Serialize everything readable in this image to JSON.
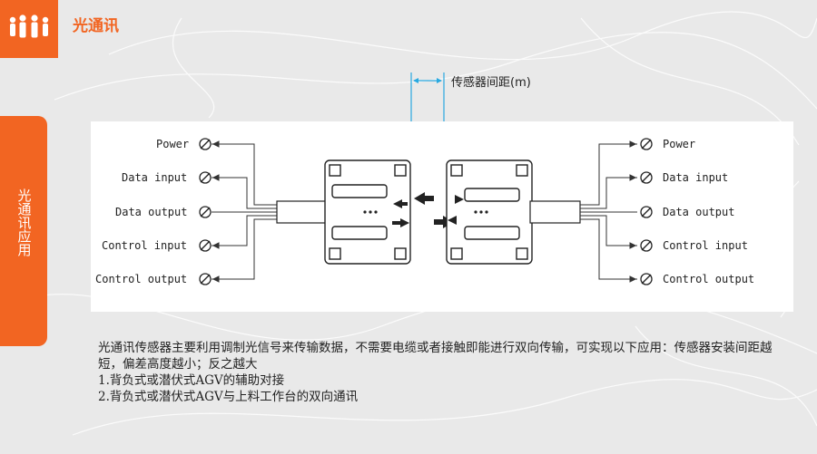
{
  "header": {
    "title": "光通讯"
  },
  "sidebar": {
    "tab_label": "光通讯应用"
  },
  "diagram": {
    "distance_label": "传感器间距(m)",
    "left_labels": [
      "Power",
      "Data input",
      "Data output",
      "Control input",
      "Control output"
    ],
    "right_labels": [
      "Power",
      "Data input",
      "Data output",
      "Control input",
      "Control output"
    ]
  },
  "description": {
    "paragraph": "光通讯传感器主要利用调制光信号来传输数据，不需要电缆或者接触即能进行双向传输，可实现以下应用：传感器安装间距越短，偏差高度越小；反之越大",
    "item1": "1.背负式或潜伏式AGV的辅助对接",
    "item2": "2.背负式或潜伏式AGV与上料工作台的双向通讯"
  },
  "colors": {
    "accent": "#f26522",
    "guide_line": "#29a9e0"
  },
  "icons": {
    "logo": "people-group-icon"
  }
}
